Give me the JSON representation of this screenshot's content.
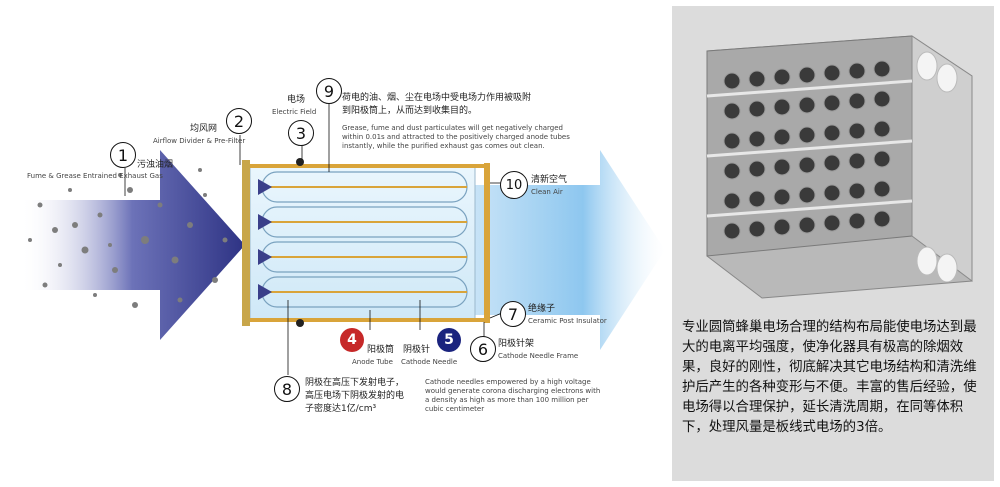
{
  "diagram": {
    "markers": [
      "1",
      "2",
      "3",
      "4",
      "5",
      "6",
      "7",
      "8",
      "9",
      "10"
    ],
    "label1": {
      "zh": "污浊油烟",
      "en": "Fume & Grease Entrained Exhaust Gas"
    },
    "label2": {
      "zh": "均风网",
      "en": "Airflow Divider & Pre-Filter"
    },
    "label3": {
      "zh": "电场",
      "en": "Electric Field"
    },
    "label9": {
      "zh1": "荷电的油、烟、尘在电场中受电场力作用被吸附",
      "zh2": "到阳极筒上，从而达到收集目的。",
      "en1": "Grease, fume and dust particulates will get negatively charged",
      "en2": "within 0.01s and attracted to the positively charged anode tubes",
      "en3": "instantly, while the purified exhaust gas comes out clean."
    },
    "label10": {
      "zh": "清新空气",
      "en": "Clean Air"
    },
    "label7": {
      "zh": "绝缘子",
      "en": "Ceramic Post Insulator"
    },
    "label6": {
      "zh": "阳极针架",
      "en": "Cathode Needle Frame"
    },
    "label4": {
      "zh": "阳极筒",
      "en": "Anode Tube"
    },
    "label5": {
      "zh": "阴极针",
      "en": "Cathode Needle"
    },
    "label8": {
      "zh1": "阴极在高压下发射电子，",
      "zh2": "高压电场下阴极发射的电",
      "zh3": "子密度达1亿/cm³",
      "en1": "Cathode needles empowered by a high voltage",
      "en2": "would generate corona discharging electrons with",
      "en3": "a density as high as more than 100 million per",
      "en4": "cubic centimeter"
    },
    "colors": {
      "marker4": "#c62828",
      "marker5": "#1a237e",
      "arrow_in": "#3a3f8a",
      "arrow_out": "#8ec7ef",
      "frame": "#d9a43a"
    }
  },
  "product": {
    "description": "专业圆筒蜂巢电场合理的结构布局能使电场达到最大的电离平均强度，使净化器具有极高的除烟效果，良好的刚性，彻底解决其它电场结构和清洗维护后产生的各种变形与不便。丰富的售后经验，使电场得以合理保护，延长清洗周期，在同等体积下，处理风量是板线式电场的3倍。"
  }
}
